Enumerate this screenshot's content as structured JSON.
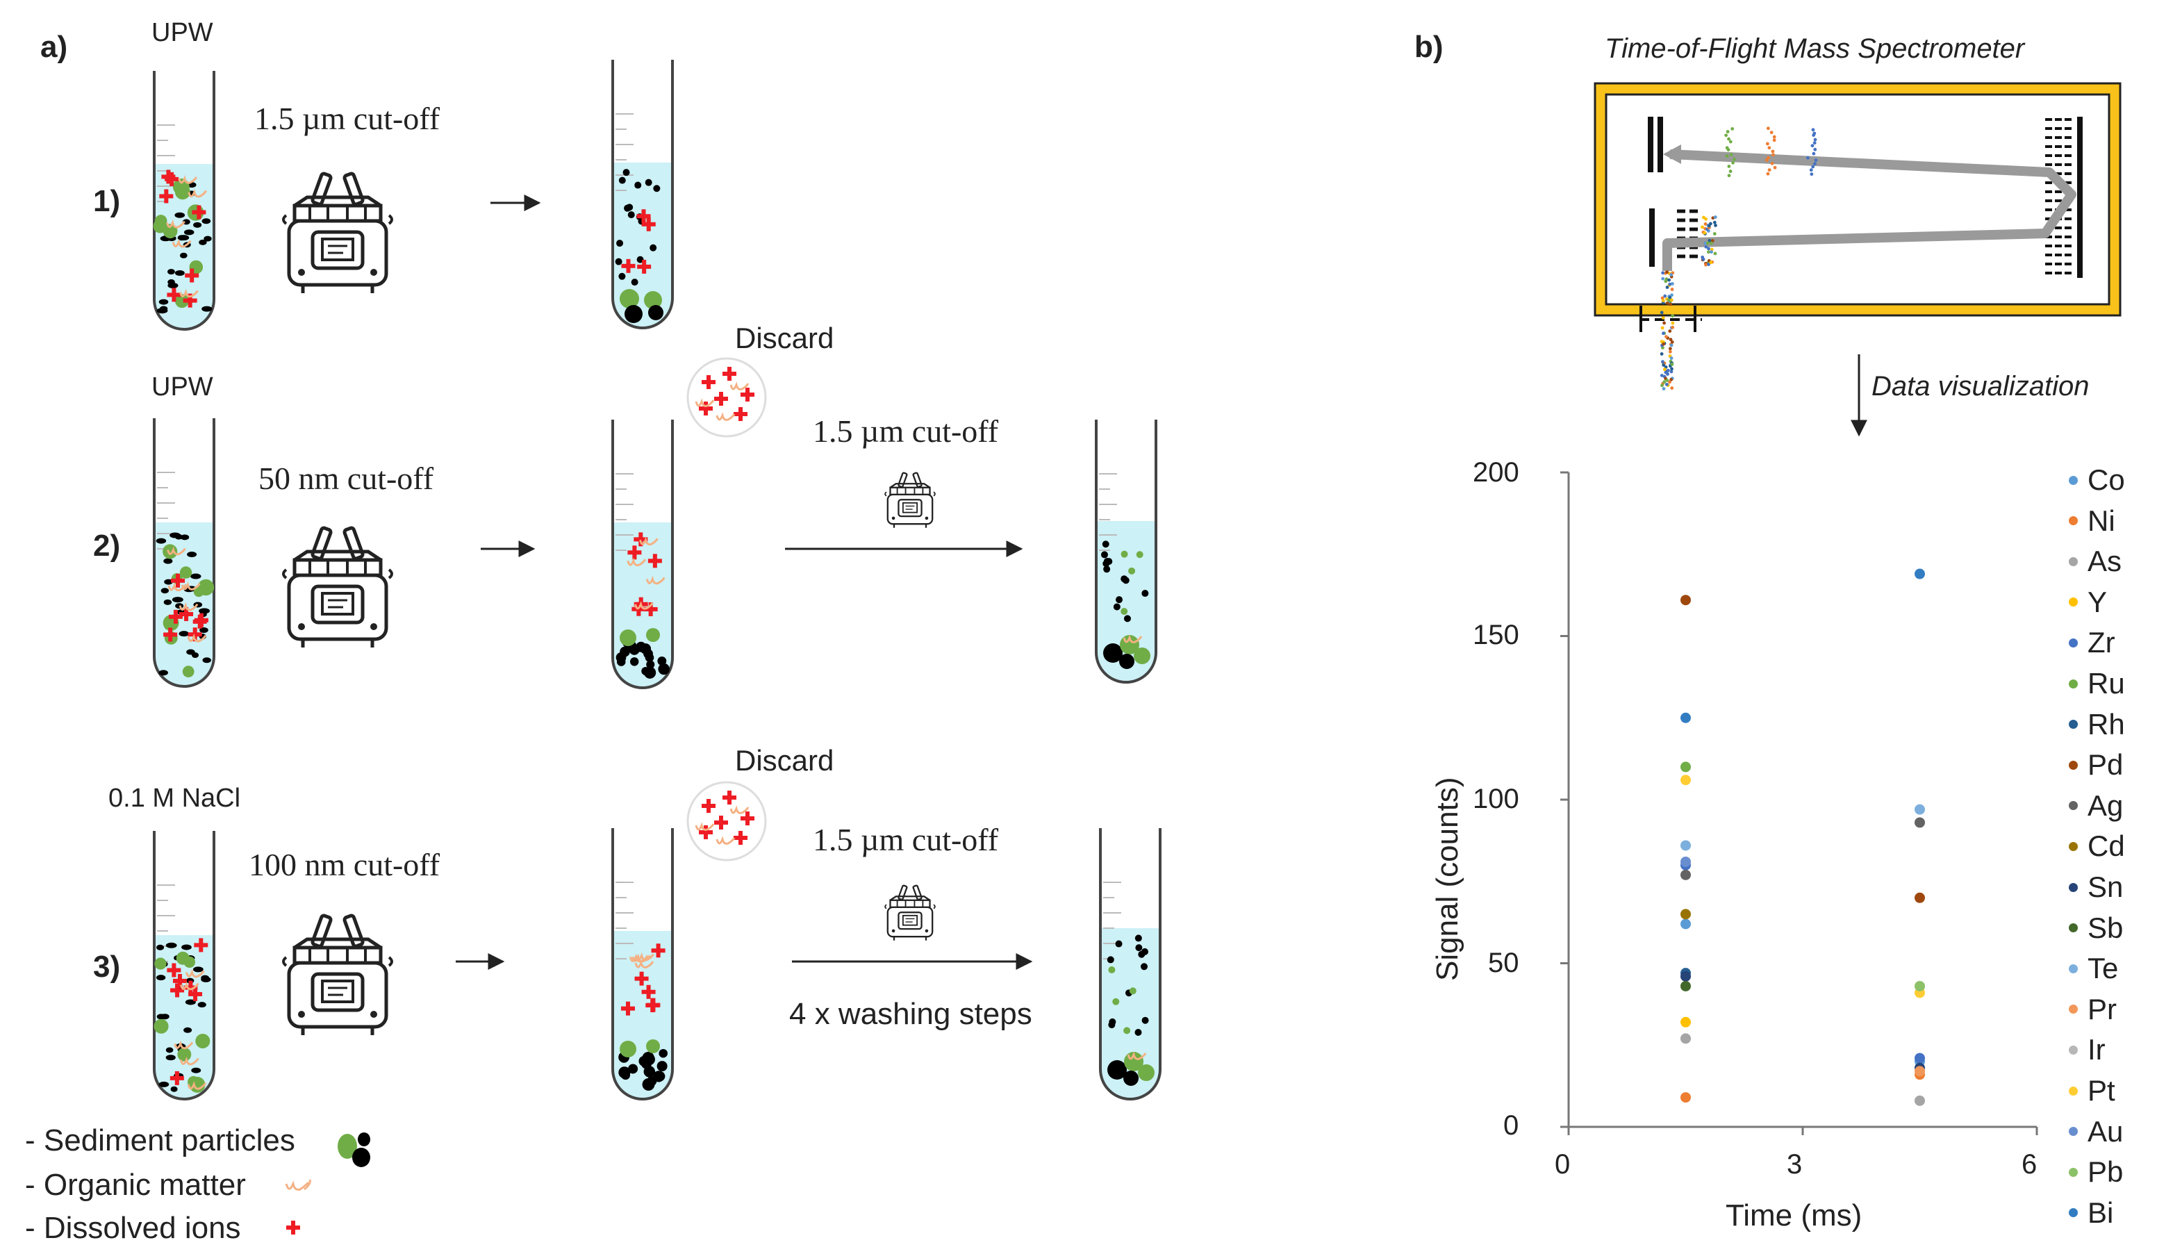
{
  "panel_a": {
    "label": "a)",
    "rows": [
      {
        "number": "1)",
        "solution": "UPW",
        "cutoff": "1.5 µm cut-off",
        "discard": "",
        "second_cutoff": "",
        "washing": ""
      },
      {
        "number": "2)",
        "solution": "UPW",
        "cutoff": "50 nm cut-off",
        "discard": "Discard",
        "second_cutoff": "1.5 µm cut-off",
        "washing": ""
      },
      {
        "number": "3)",
        "solution": "0.1 M NaCl",
        "cutoff": "100 nm cut-off",
        "discard": "Discard",
        "second_cutoff": "1.5 µm cut-off",
        "washing": "4 x washing steps"
      }
    ],
    "legend": [
      {
        "label": "- Sediment particles",
        "icon": "sediment-particles-icon"
      },
      {
        "label": "- Organic matter",
        "icon": "organic-matter-icon"
      },
      {
        "label": "- Dissolved ions",
        "icon": "dissolved-ion-icon"
      }
    ],
    "colors": {
      "liquid": "#ccf1f6",
      "ion": "#ee1c24",
      "particle_dark": "#000000",
      "particle_green": "#70ad47",
      "organic": "#f4b183"
    }
  },
  "panel_b": {
    "label": "b)",
    "instrument_title": "Time-of-Flight Mass Spectrometer",
    "arrow_label": "Data visualization",
    "frame_color": "#f9c21a"
  },
  "chart_data": {
    "type": "scatter",
    "xlabel": "Time (ms)",
    "ylabel": "Signal (counts)",
    "xlim": [
      0,
      6
    ],
    "ylim": [
      0,
      200
    ],
    "xticks": [
      "0",
      "3",
      "6"
    ],
    "yticks": [
      "0",
      "50",
      "100",
      "150",
      "200"
    ],
    "grid": false,
    "legend_position": "right",
    "series": [
      {
        "name": "Co",
        "color": "#5b9bd5",
        "points": [
          [
            1.5,
            62
          ],
          [
            4.5,
            20
          ]
        ]
      },
      {
        "name": "Ni",
        "color": "#ed7d31",
        "points": [
          [
            1.5,
            9
          ],
          [
            4.5,
            16
          ]
        ]
      },
      {
        "name": "As",
        "color": "#a5a5a5",
        "points": [
          [
            1.5,
            27
          ],
          [
            4.5,
            8
          ]
        ]
      },
      {
        "name": "Y",
        "color": "#ffc000",
        "points": [
          [
            1.5,
            32
          ]
        ]
      },
      {
        "name": "Zr",
        "color": "#4472c4",
        "points": [
          [
            1.5,
            80
          ],
          [
            4.5,
            21
          ]
        ]
      },
      {
        "name": "Ru",
        "color": "#70ad47",
        "points": [
          [
            1.5,
            110
          ]
        ]
      },
      {
        "name": "Rh",
        "color": "#255e91",
        "points": [
          [
            1.5,
            47
          ]
        ]
      },
      {
        "name": "Pd",
        "color": "#9e480e",
        "points": [
          [
            1.5,
            161
          ],
          [
            4.5,
            70
          ]
        ]
      },
      {
        "name": "Ag",
        "color": "#636363",
        "points": [
          [
            1.5,
            77
          ],
          [
            4.5,
            93
          ]
        ]
      },
      {
        "name": "Cd",
        "color": "#997300",
        "points": [
          [
            1.5,
            65
          ]
        ]
      },
      {
        "name": "Sn",
        "color": "#264478",
        "points": [
          [
            1.5,
            46
          ],
          [
            4.5,
            18
          ]
        ]
      },
      {
        "name": "Sb",
        "color": "#43682b",
        "points": [
          [
            1.5,
            43
          ]
        ]
      },
      {
        "name": "Te",
        "color": "#7cafdd",
        "points": [
          [
            1.5,
            86
          ],
          [
            4.5,
            97
          ]
        ]
      },
      {
        "name": "Pr",
        "color": "#f1975a",
        "points": [
          [
            4.5,
            17
          ]
        ]
      },
      {
        "name": "Ir",
        "color": "#b7b7b7",
        "points": []
      },
      {
        "name": "Pt",
        "color": "#ffcd33",
        "points": [
          [
            1.5,
            106
          ],
          [
            4.5,
            41
          ]
        ]
      },
      {
        "name": "Au",
        "color": "#698ed0",
        "points": [
          [
            1.5,
            81
          ]
        ]
      },
      {
        "name": "Pb",
        "color": "#8cc168",
        "points": [
          [
            4.5,
            43
          ]
        ]
      },
      {
        "name": "Bi",
        "color": "#327dc2",
        "points": [
          [
            1.5,
            125
          ],
          [
            4.5,
            169
          ]
        ]
      }
    ]
  }
}
